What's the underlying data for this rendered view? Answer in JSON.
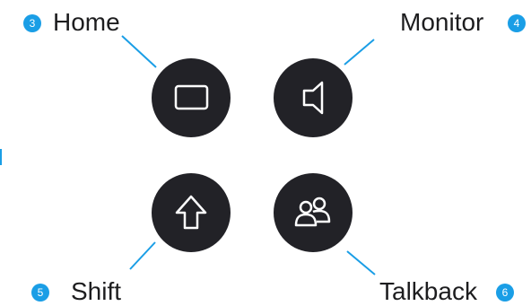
{
  "buttons": {
    "home": {
      "number": "3",
      "label": "Home"
    },
    "monitor": {
      "number": "4",
      "label": "Monitor"
    },
    "shift": {
      "number": "5",
      "label": "Shift"
    },
    "talkback": {
      "number": "6",
      "label": "Talkback"
    }
  },
  "colors": {
    "button_fill": "#222227",
    "icon_stroke": "#ffffff",
    "callout_badge": "#1a9ee6",
    "leader_line": "#1a9ee6",
    "label_text": "#1d1d1f"
  }
}
